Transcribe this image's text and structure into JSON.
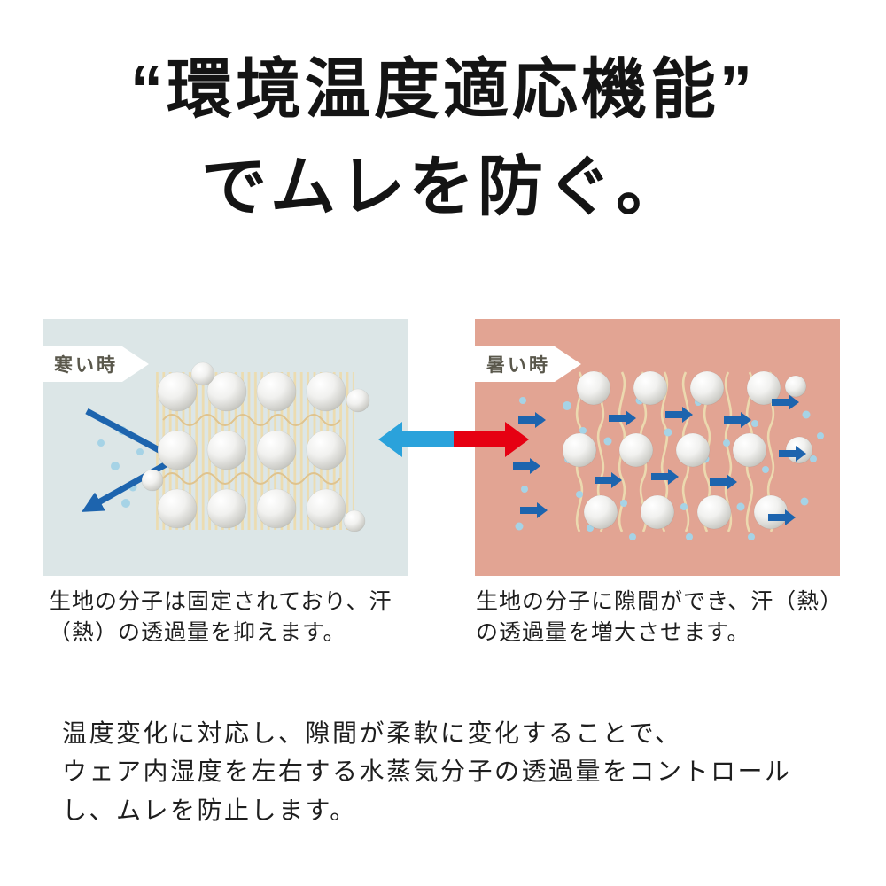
{
  "heading": {
    "line1": "“環境温度適応機能”",
    "line2": "でムレを防ぐ。"
  },
  "panels": {
    "cold": {
      "label": "寒い時",
      "caption": [
        "生地の分子は固定されており、汗",
        "（熱）の透過量を抑えます。"
      ]
    },
    "hot": {
      "label": "暑い時",
      "caption": [
        "生地の分子に隙間ができ、汗（熱）",
        "の透過量を増大させます。"
      ]
    }
  },
  "footer": {
    "lines": [
      "温度変化に対応し、隙間が柔軟に変化することで、",
      "ウェア内湿度を左右する水蒸気分子の透過量をコントロール",
      "し、ムレを防止します。"
    ]
  },
  "colors": {
    "heading_text": "#141414",
    "body_text": "#1e1e1e",
    "cold_panel_bg": "#dce6e7",
    "hot_panel_bg": "#e2a493",
    "banner_bg": "#ffffff",
    "banner_text": "#5a584c",
    "arrow_blue": "#2aa2db",
    "arrow_red": "#e60012",
    "molecule_arrow_blue": "#1d64ae",
    "vapor_dot": "#a6d3e6",
    "fiber": "#ecdcb0",
    "fiber_dark": "#dfc38e"
  }
}
